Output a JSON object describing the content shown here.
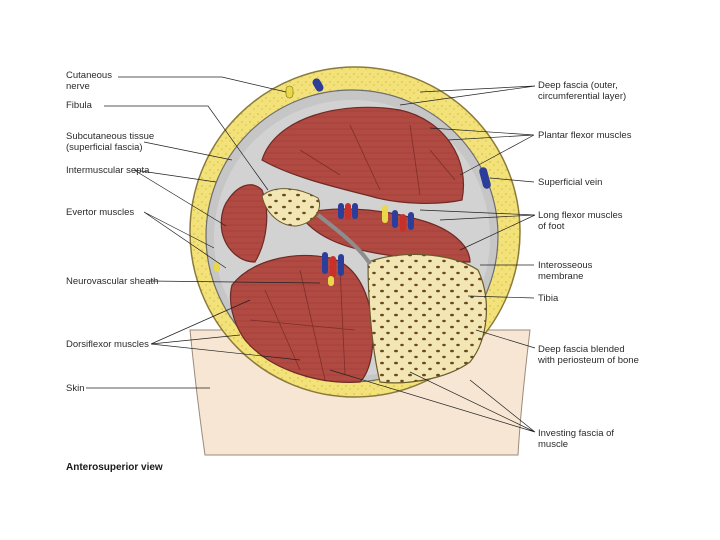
{
  "caption": "Anterosuperior view",
  "labels": {
    "cutaneous_nerve": "Cutaneous\nnerve",
    "fibula": "Fibula",
    "subcutaneous_tissue": "Subcutaneous tissue\n(superficial fascia)",
    "intermuscular_septa": "Intermuscular septa",
    "evertor_muscles": "Evertor muscles",
    "neurovascular_sheath": "Neurovascular sheath",
    "dorsiflexor_muscles": "Dorsiflexor muscles",
    "skin": "Skin",
    "deep_fascia_outer": "Deep fascia (outer,\ncircumferential layer)",
    "plantar_flexor_muscles": "Plantar flexor muscles",
    "superficial_vein": "Superficial vein",
    "long_flexor_muscles": "Long flexor muscles\nof foot",
    "interosseous_membrane": "Interosseous\nmembrane",
    "tibia": "Tibia",
    "deep_fascia_blended": "Deep fascia blended\nwith periosteum of bone",
    "investing_fascia": "Investing fascia of\nmuscle"
  },
  "colors": {
    "skin": "#f5e3cf",
    "fat": "#f3e27a",
    "muscle": "#b14a42",
    "fascia": "#bdbdbd",
    "bone": "#f2e6b4",
    "vein": "#2d3e9a",
    "artery": "#c8302a",
    "nerve": "#e8d84a"
  }
}
